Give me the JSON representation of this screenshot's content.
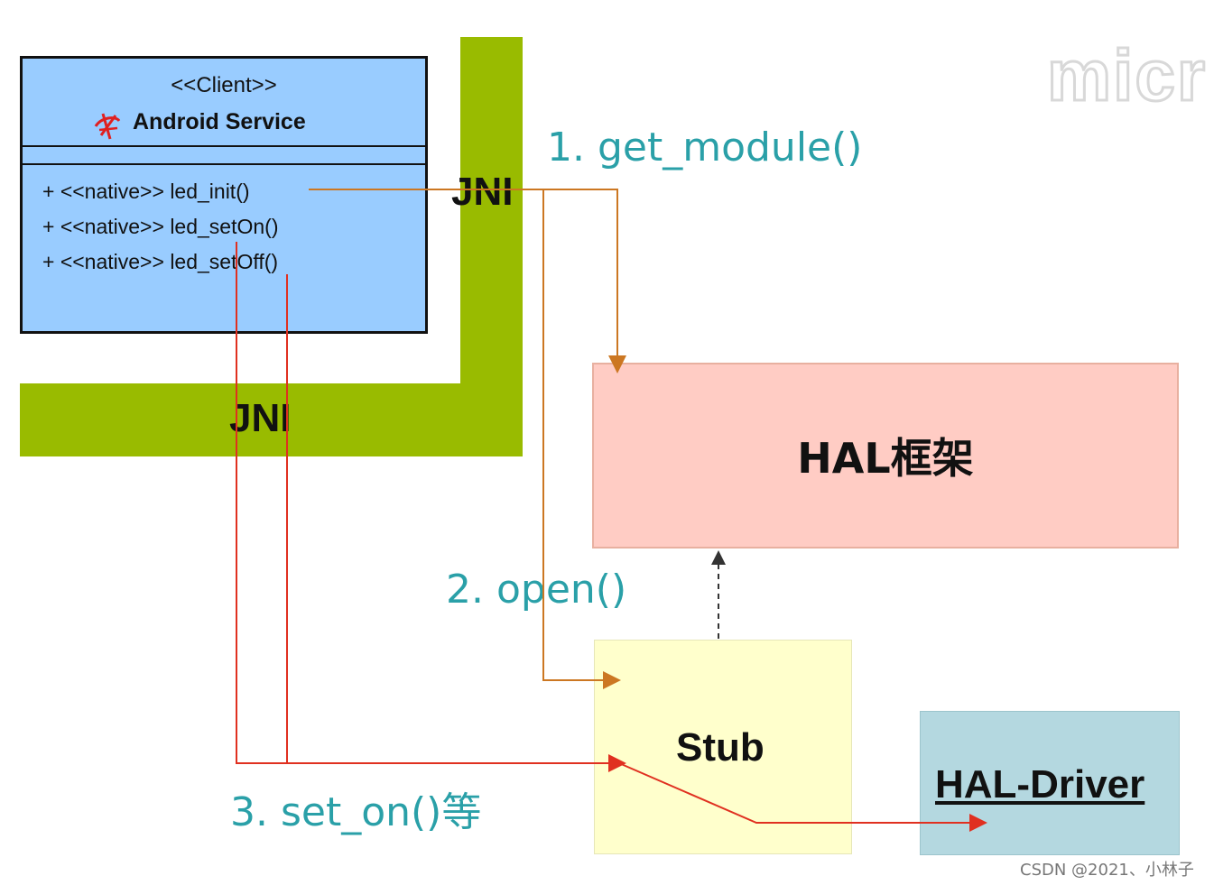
{
  "uml": {
    "stereotype": "<<Client>>",
    "title": "Android Service",
    "methods": [
      "+ <<native>> led_init()",
      "+ <<native>> led_setOn()",
      "+ <<native>> led_setOff()"
    ]
  },
  "jni": {
    "vertical_label": "JNI",
    "horizontal_label": "JNI"
  },
  "boxes": {
    "hal_frame": "HAL框架",
    "stub": "Stub",
    "hal_driver": "HAL-Driver"
  },
  "steps": {
    "step1": "1. get_module()",
    "step2": "2. open()",
    "step3": "3. set_on()等"
  },
  "watermark": "micr",
  "credit": "CSDN @2021、小林子",
  "colors": {
    "uml_fill": "#99ccff",
    "jni_band": "#99bb00",
    "hal_frame_fill": "#ffccc4",
    "stub_fill": "#ffffcc",
    "driver_fill": "#b4d8e0",
    "step_text": "#2aa0a8",
    "orange_connector": "#cc7722",
    "red_connector": "#e03020"
  }
}
